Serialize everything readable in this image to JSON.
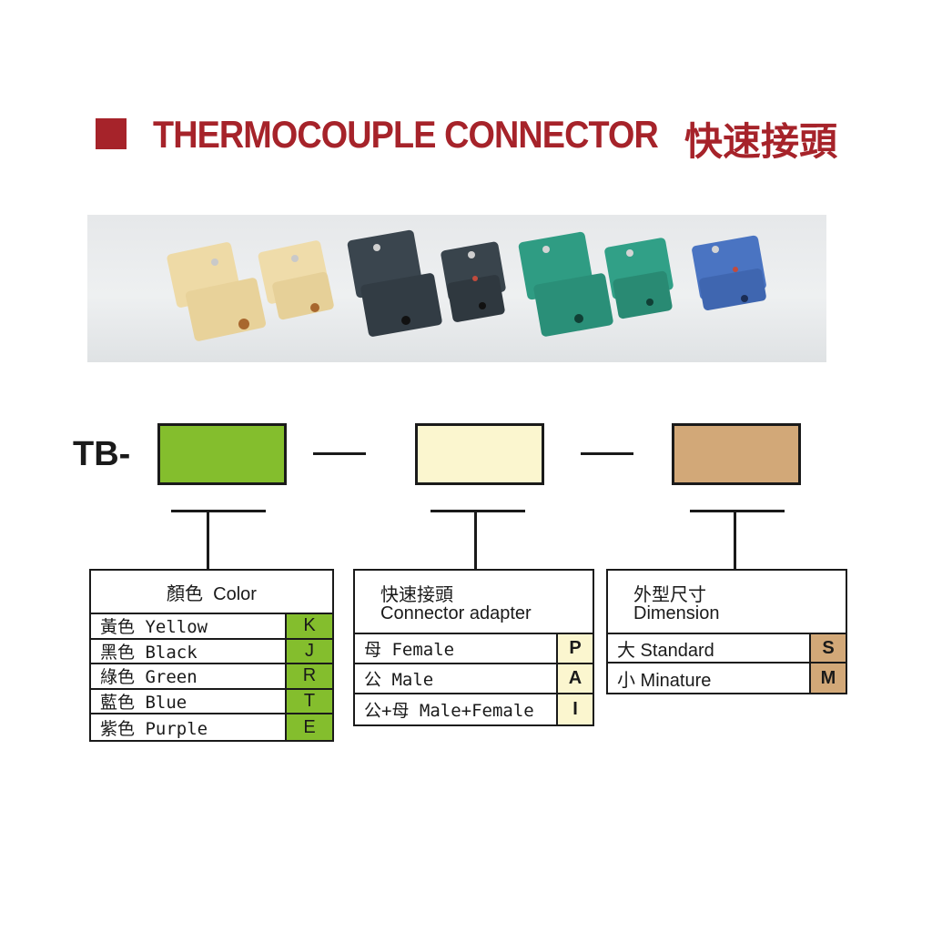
{
  "header": {
    "title": "THERMOCOUPLE CONNECTOR",
    "title_cn": "快速接頭",
    "accent": "#a6232a"
  },
  "model": {
    "prefix": "TB-",
    "box_colors": [
      "#84be2d",
      "#fbf6cf",
      "#d2a878"
    ]
  },
  "color_table": {
    "heading": "顏色  Color",
    "rows": [
      {
        "label": "黃色 Yellow",
        "code": "K"
      },
      {
        "label": "黑色 Black",
        "code": "J"
      },
      {
        "label": "綠色 Green",
        "code": "R"
      },
      {
        "label": "藍色 Blue",
        "code": "T"
      },
      {
        "label": "紫色 Purple",
        "code": "E"
      }
    ],
    "code_bg": "#84be2d"
  },
  "adapter_table": {
    "heading_cn": "快速接頭",
    "heading_en": "Connector adapter",
    "rows": [
      {
        "label": "母 Female",
        "code": "P"
      },
      {
        "label": "公 Male",
        "code": "A"
      },
      {
        "label": "公+母 Male+Female",
        "code": "I"
      }
    ],
    "code_bg": "#fbf6cf"
  },
  "dimension_table": {
    "heading_cn": "外型尺寸",
    "heading_en": "Dimension",
    "rows": [
      {
        "label": "大 Standard",
        "code": "S"
      },
      {
        "label": "小 Minature",
        "code": "M"
      }
    ],
    "code_bg": "#d2a878"
  },
  "photo": {
    "connector_colors": [
      "#efdcaa",
      "#36414a",
      "#2e9a82",
      "#4a74c2"
    ]
  }
}
